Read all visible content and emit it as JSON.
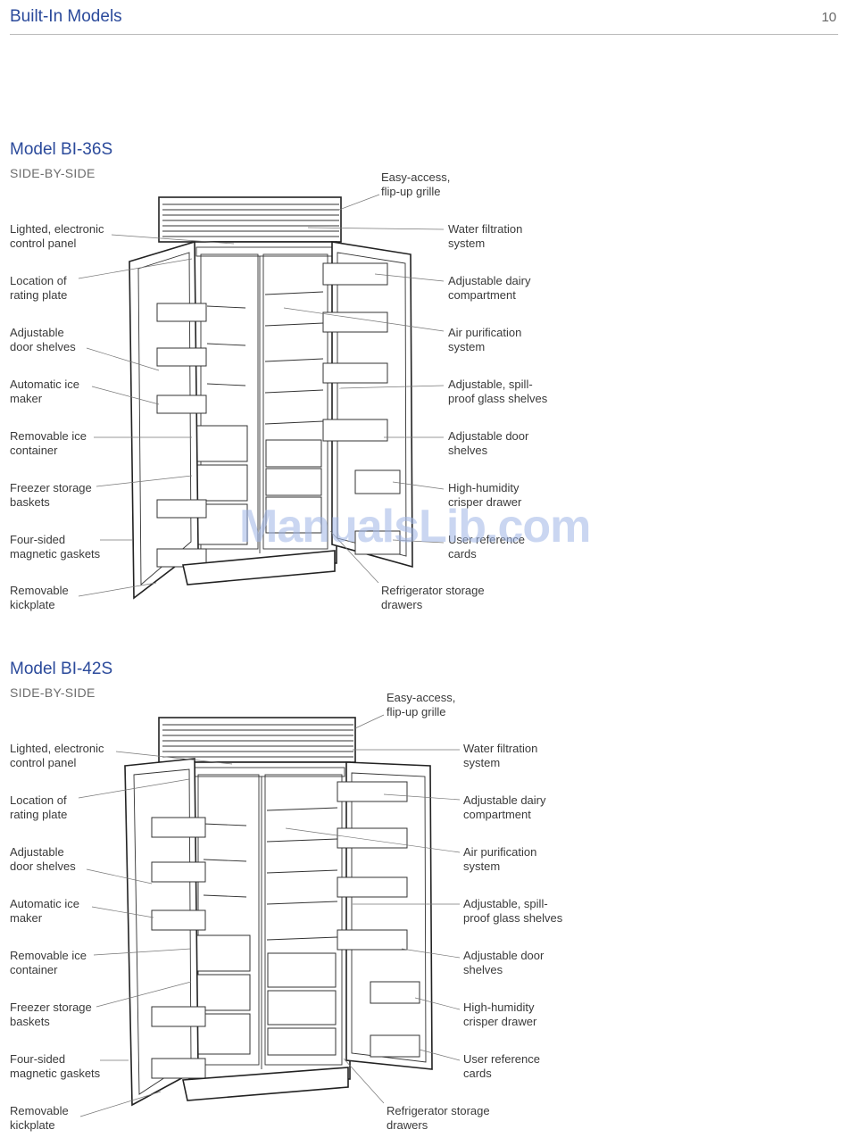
{
  "header": {
    "title": "Built-In Models",
    "page_number": "10"
  },
  "models": [
    {
      "title": "Model BI-36S",
      "subtitle": "SIDE-BY-SIDE",
      "left_labels": [
        "Lighted, electronic\ncontrol panel",
        "Location of\nrating plate",
        "Adjustable\ndoor shelves",
        "Automatic ice\nmaker",
        "Removable ice\ncontainer",
        "Freezer storage\nbaskets",
        "Four-sided\nmagnetic gaskets",
        "Removable\nkickplate"
      ],
      "top_label": "Easy-access,\nflip-up grille",
      "right_labels": [
        "Water filtration\nsystem",
        "Adjustable dairy\ncompartment",
        "Air purification\nsystem",
        "Adjustable, spill-\nproof glass shelves",
        "Adjustable door\nshelves",
        "High-humidity\ncrisper drawer",
        "User reference\ncards"
      ],
      "bottom_label": "Refrigerator storage\ndrawers"
    },
    {
      "title": "Model BI-42S",
      "subtitle": "SIDE-BY-SIDE",
      "left_labels": [
        "Lighted, electronic\ncontrol panel",
        "Location of\nrating plate",
        "Adjustable\ndoor shelves",
        "Automatic ice\nmaker",
        "Removable ice\ncontainer",
        "Freezer storage\nbaskets",
        "Four-sided\nmagnetic gaskets",
        "Removable\nkickplate"
      ],
      "top_label": "Easy-access,\nflip-up grille",
      "right_labels": [
        "Water filtration\nsystem",
        "Adjustable dairy\ncompartment",
        "Air purification\nsystem",
        "Adjustable, spill-\nproof glass shelves",
        "Adjustable door\nshelves",
        "High-humidity\ncrisper drawer",
        "User reference\ncards"
      ],
      "bottom_label": "Refrigerator storage\ndrawers"
    }
  ],
  "watermark": "ManualsLib.com"
}
